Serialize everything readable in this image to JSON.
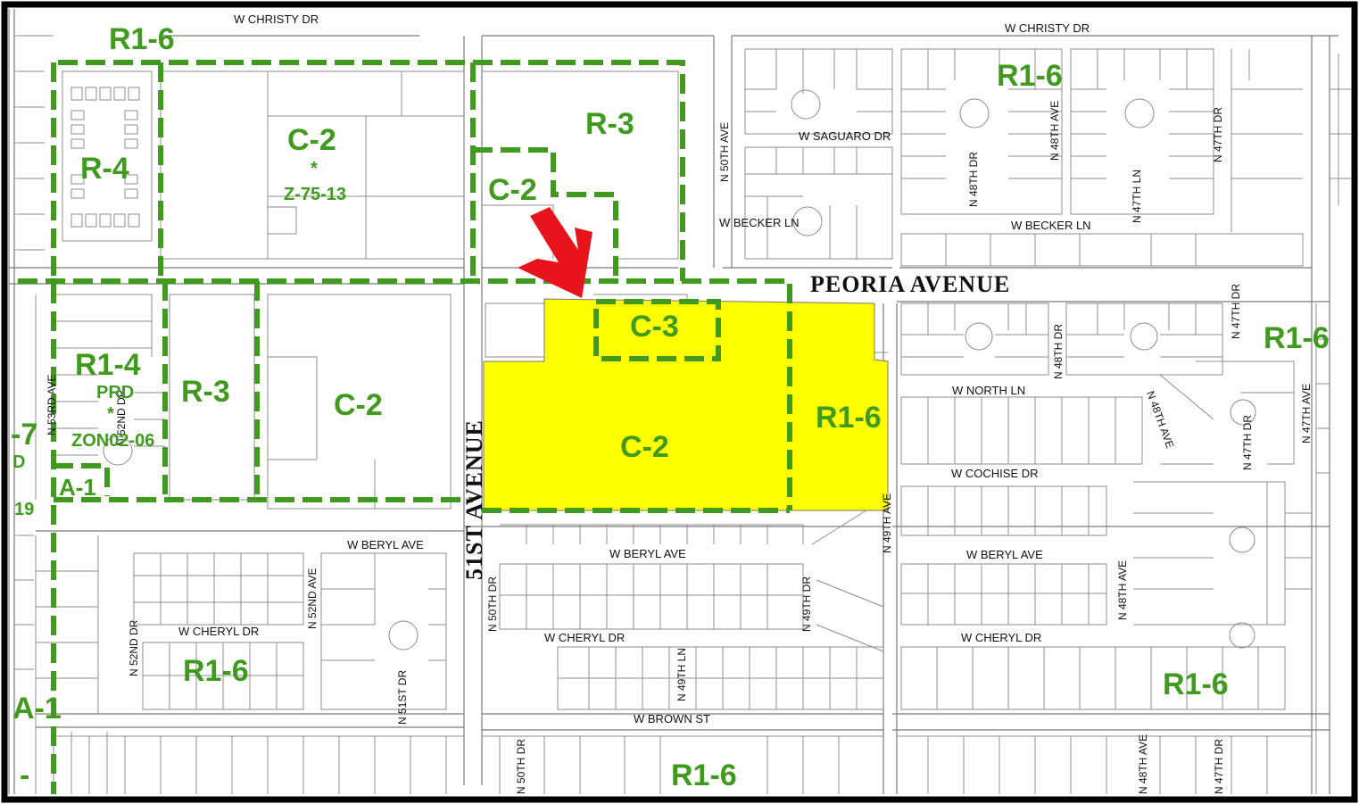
{
  "map": {
    "colors": {
      "zoning_line": "#3f9a1e",
      "subject_fill": "#ffff00",
      "arrow": "#e8141c",
      "frame": "#000000"
    },
    "major_streets": {
      "peoria": "PEORIA AVENUE",
      "fifty_first": "51ST AVENUE"
    },
    "streets": {
      "christy_w": "W CHRISTY DR",
      "christy_e": "W CHRISTY DR",
      "saguaro": "W SAGUARO DR",
      "becker_w": "W BECKER LN",
      "becker_e": "W BECKER LN",
      "north": "W NORTH LN",
      "cochise": "W COCHISE DR",
      "beryl_w": "W BERYL AVE",
      "beryl_c": "W BERYL AVE",
      "beryl_e": "W BERYL AVE",
      "cheryl_w": "W CHERYL DR",
      "cheryl_c": "W CHERYL DR",
      "cheryl_e": "W CHERYL DR",
      "brown": "W BROWN ST",
      "n50th_ave": "N 50TH AVE",
      "n48th_dr_n": "N 48TH DR",
      "n48th_ave_n": "N 48TH AVE",
      "n47th_ln": "N 47TH LN",
      "n47th_dr_n": "N 47TH DR",
      "n48th_dr_m": "N 48TH DR",
      "n47th_dr_m": "N 47TH DR",
      "n48th_ave_m": "N 48TH AVE",
      "n47th_dr_m2": "N 47TH DR",
      "n47th_ave": "N 47TH AVE",
      "n49th_ave": "N 49TH AVE",
      "n53rd_ave": "N 53RD AVE",
      "n52nd_dr_n": "N 52ND DR",
      "n52nd_dr_s": "N 52ND DR",
      "n52nd_ave": "N 52ND AVE",
      "n51st_dr": "N 51ST DR",
      "n50th_dr_s": "N 50TH DR",
      "n49th_dr": "N 49TH DR",
      "n49th_ln": "N 49TH LN",
      "n50th_dr_b": "N 50TH DR",
      "n48th_ave_s": "N 48TH AVE",
      "n48th_ave_b": "N 48TH AVE",
      "n47th_dr_b": "N 47TH DR"
    },
    "zones": {
      "r1_6_nw": "R1-6",
      "r4": "R-4",
      "c2_nw": "C-2",
      "c2_nw_star": "*",
      "c2_nw_case": "Z-75-13",
      "r3_n": "R-3",
      "c2_n": "C-2",
      "r1_6_ne": "R1-6",
      "c3": "C-3",
      "c2_subject": "C-2",
      "r1_6_subject": "R1-6",
      "r1_6_e": "R1-6",
      "r1_4": "R1-4",
      "prd": "PRD",
      "prd_star": "*",
      "prd_case": "ZON02-06",
      "r3_w": "R-3",
      "c2_w": "C-2",
      "a1_w": "A-1",
      "a1_sw": "A-1",
      "r1_6_sw": "R1-6",
      "r1_6_s": "R1-6",
      "r1_6_se": "R1-6",
      "edge_7": "-7",
      "edge_d": "D",
      "edge_19": "19",
      "edge_dash": "-"
    }
  }
}
